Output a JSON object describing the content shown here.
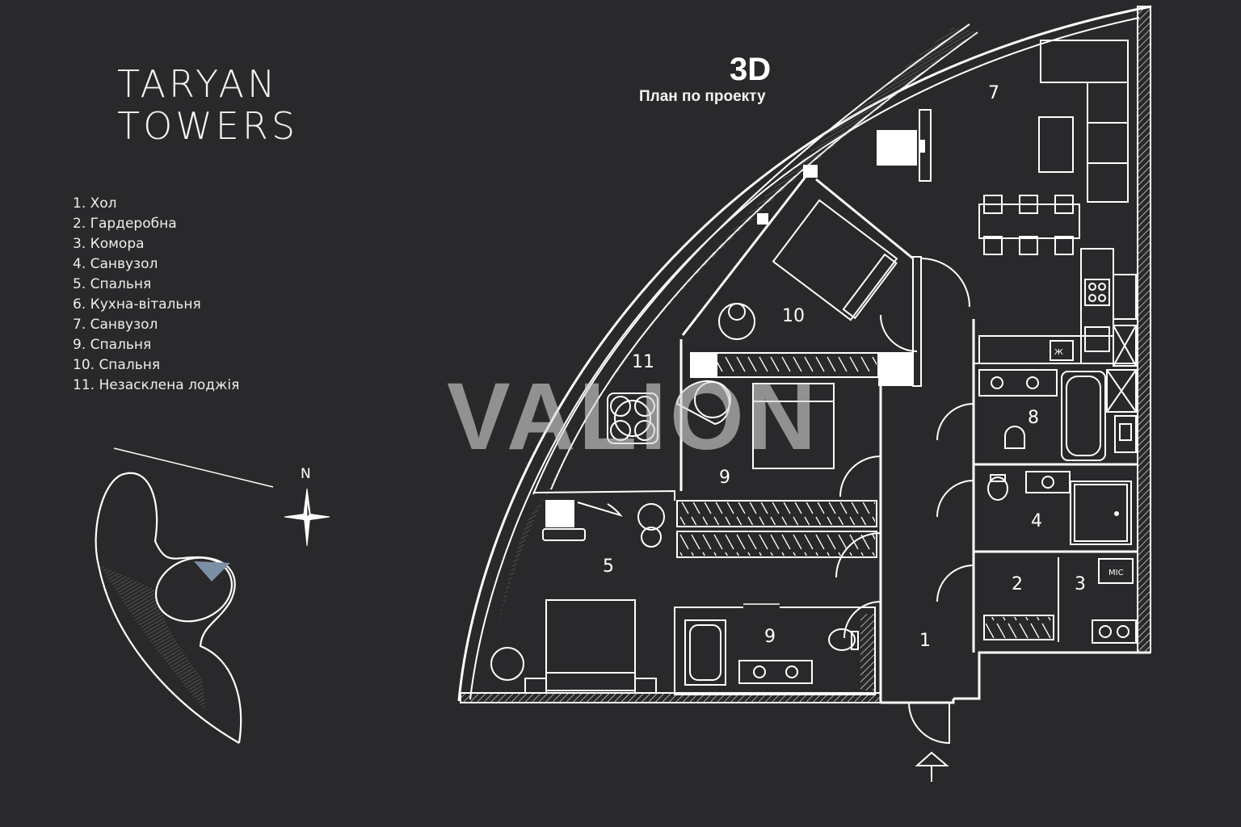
{
  "brand": {
    "line1": "TARYAN",
    "line2": "TOWERS"
  },
  "plan": {
    "title": "3D",
    "subtitle": "План по проекту"
  },
  "legend": [
    "1. Хол",
    "2. Гардеробна",
    "3. Комора",
    "4. Санвузол",
    "5. Спальня",
    "6. Кухна-вітальня",
    "7. Санвузол",
    "9. Спальня",
    "10. Спальня",
    "11. Незасклена лоджія"
  ],
  "rooms": {
    "r1": "1",
    "r2": "2",
    "r3": "3",
    "r4": "4",
    "r5": "5",
    "r7": "7",
    "r8": "8",
    "r9a": "9",
    "r9b": "9",
    "r10": "10",
    "r11": "11"
  },
  "compass": {
    "north": "N"
  },
  "appliance": {
    "kitchen_mw": "Ж",
    "mic": "MIC"
  },
  "watermark": "VALION",
  "colors": {
    "background": "#29292b",
    "lines": "#ffffff",
    "highlight": "#7d8fa3"
  }
}
